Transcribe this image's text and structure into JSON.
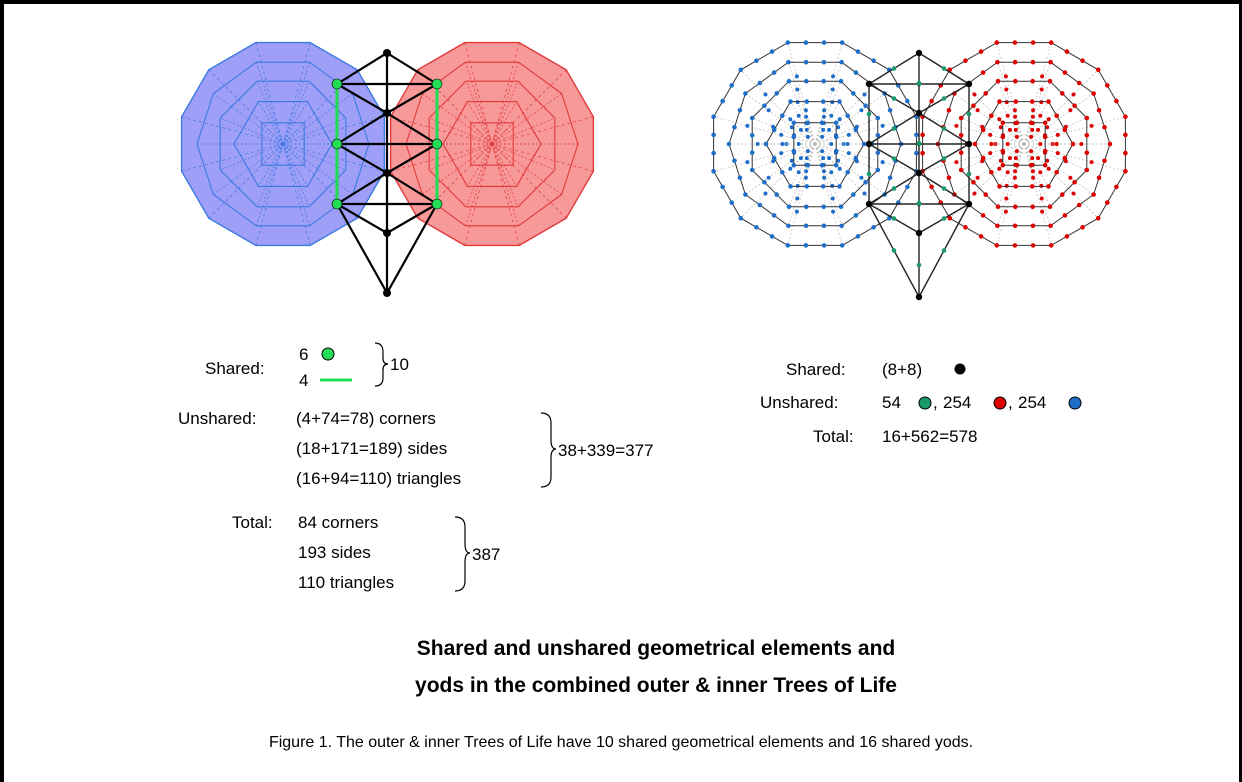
{
  "colors": {
    "outer_blue": "#7f7ff5",
    "outer_blue_stroke": "#3b7be0",
    "outer_red": "#f67777",
    "outer_red_stroke": "#e03b3b",
    "shared_green": "#22dd55",
    "yod_blue": "#1f6fc9",
    "yod_red": "#dd0000",
    "yod_green": "#1a9a6a",
    "black": "#000000"
  },
  "left_legend": {
    "shared_label": "Shared:",
    "shared_corners": "6",
    "shared_sides": "4",
    "shared_total": "10",
    "unshared_label": "Unshared:",
    "unshared_corners": "(4+74=78) corners",
    "unshared_sides": "(18+171=189) sides",
    "unshared_triangles": "(16+94=110) triangles",
    "unshared_total": "38+339=377",
    "total_label": "Total:",
    "total_corners": "84 corners",
    "total_sides": "193 sides",
    "total_triangles": "110 triangles",
    "total_sum": "387"
  },
  "right_legend": {
    "shared_label": "Shared:",
    "shared_value": "(8+8)",
    "unshared_label": "Unshared:",
    "unshared_green": "54",
    "unshared_red": "254",
    "unshared_blue": "254",
    "sep1": ",",
    "sep2": ",",
    "total_label": "Total:",
    "total_value": "16+562=578"
  },
  "title_line1": "Shared and unshared geometrical elements and",
  "title_line2": "yods in the combined outer & inner Trees of Life",
  "caption": "Figure 1. The outer & inner Trees of Life have 10 shared geometrical elements and 16 shared yods."
}
